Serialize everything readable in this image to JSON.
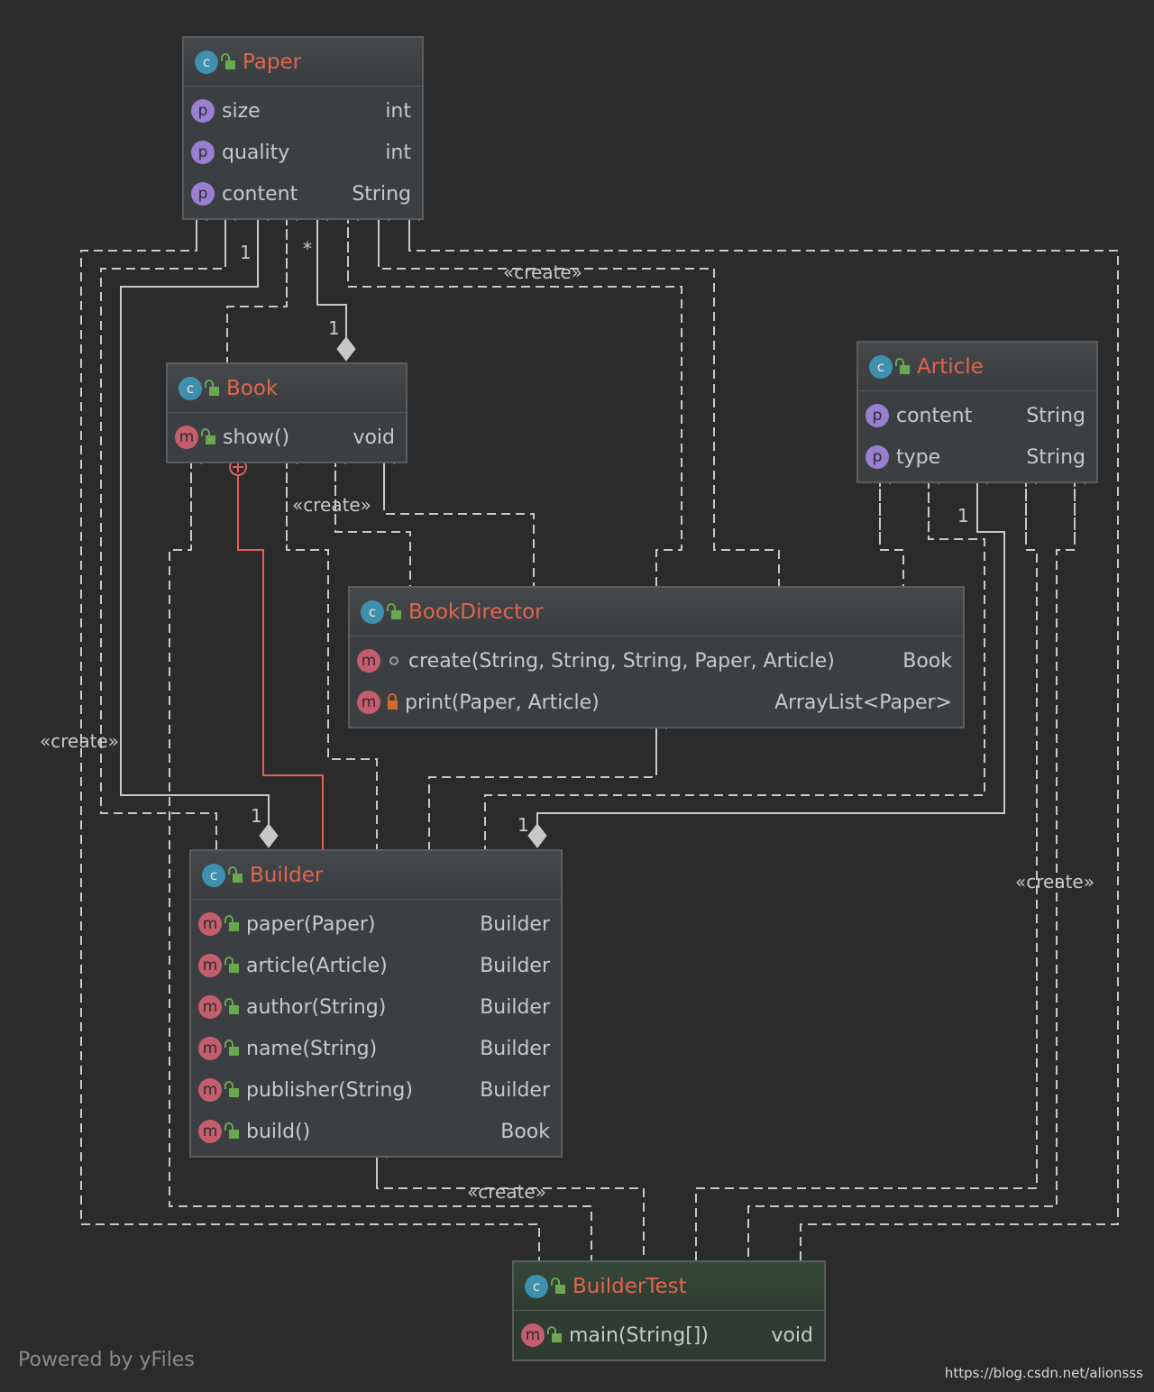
{
  "classes": {
    "paper": {
      "name": "Paper",
      "fields": [
        {
          "name": "size",
          "type": "int"
        },
        {
          "name": "quality",
          "type": "int"
        },
        {
          "name": "content",
          "type": "String"
        }
      ]
    },
    "book": {
      "name": "Book",
      "methods": [
        {
          "name": "show()",
          "type": "void"
        }
      ]
    },
    "article": {
      "name": "Article",
      "fields": [
        {
          "name": "content",
          "type": "String"
        },
        {
          "name": "type",
          "type": "String"
        }
      ]
    },
    "bookdirector": {
      "name": "BookDirector",
      "methods": [
        {
          "name": "create(String, String, String, Paper, Article)",
          "type": "Book"
        },
        {
          "name": "print(Paper, Article)",
          "type": "ArrayList<Paper>"
        }
      ]
    },
    "builder": {
      "name": "Builder",
      "methods": [
        {
          "name": "paper(Paper)",
          "type": "Builder"
        },
        {
          "name": "article(Article)",
          "type": "Builder"
        },
        {
          "name": "author(String)",
          "type": "Builder"
        },
        {
          "name": "name(String)",
          "type": "Builder"
        },
        {
          "name": "publisher(String)",
          "type": "Builder"
        },
        {
          "name": "build()",
          "type": "Book"
        }
      ]
    },
    "buildertest": {
      "name": "BuilderTest",
      "methods": [
        {
          "name": "main(String[])",
          "type": "void"
        }
      ]
    }
  },
  "icons": {
    "class": "c",
    "property": "p",
    "method": "m"
  },
  "labels": {
    "create": "«create»",
    "one": "1",
    "many": "*"
  },
  "footer": {
    "credit": "Powered by yFiles",
    "url": "https://blog.csdn.net/alionsss"
  },
  "colors": {
    "class_name": "#e0664f",
    "line": "#c8c8c8",
    "inner_class_link": "#e0605a",
    "background": "#2b2b2b"
  }
}
